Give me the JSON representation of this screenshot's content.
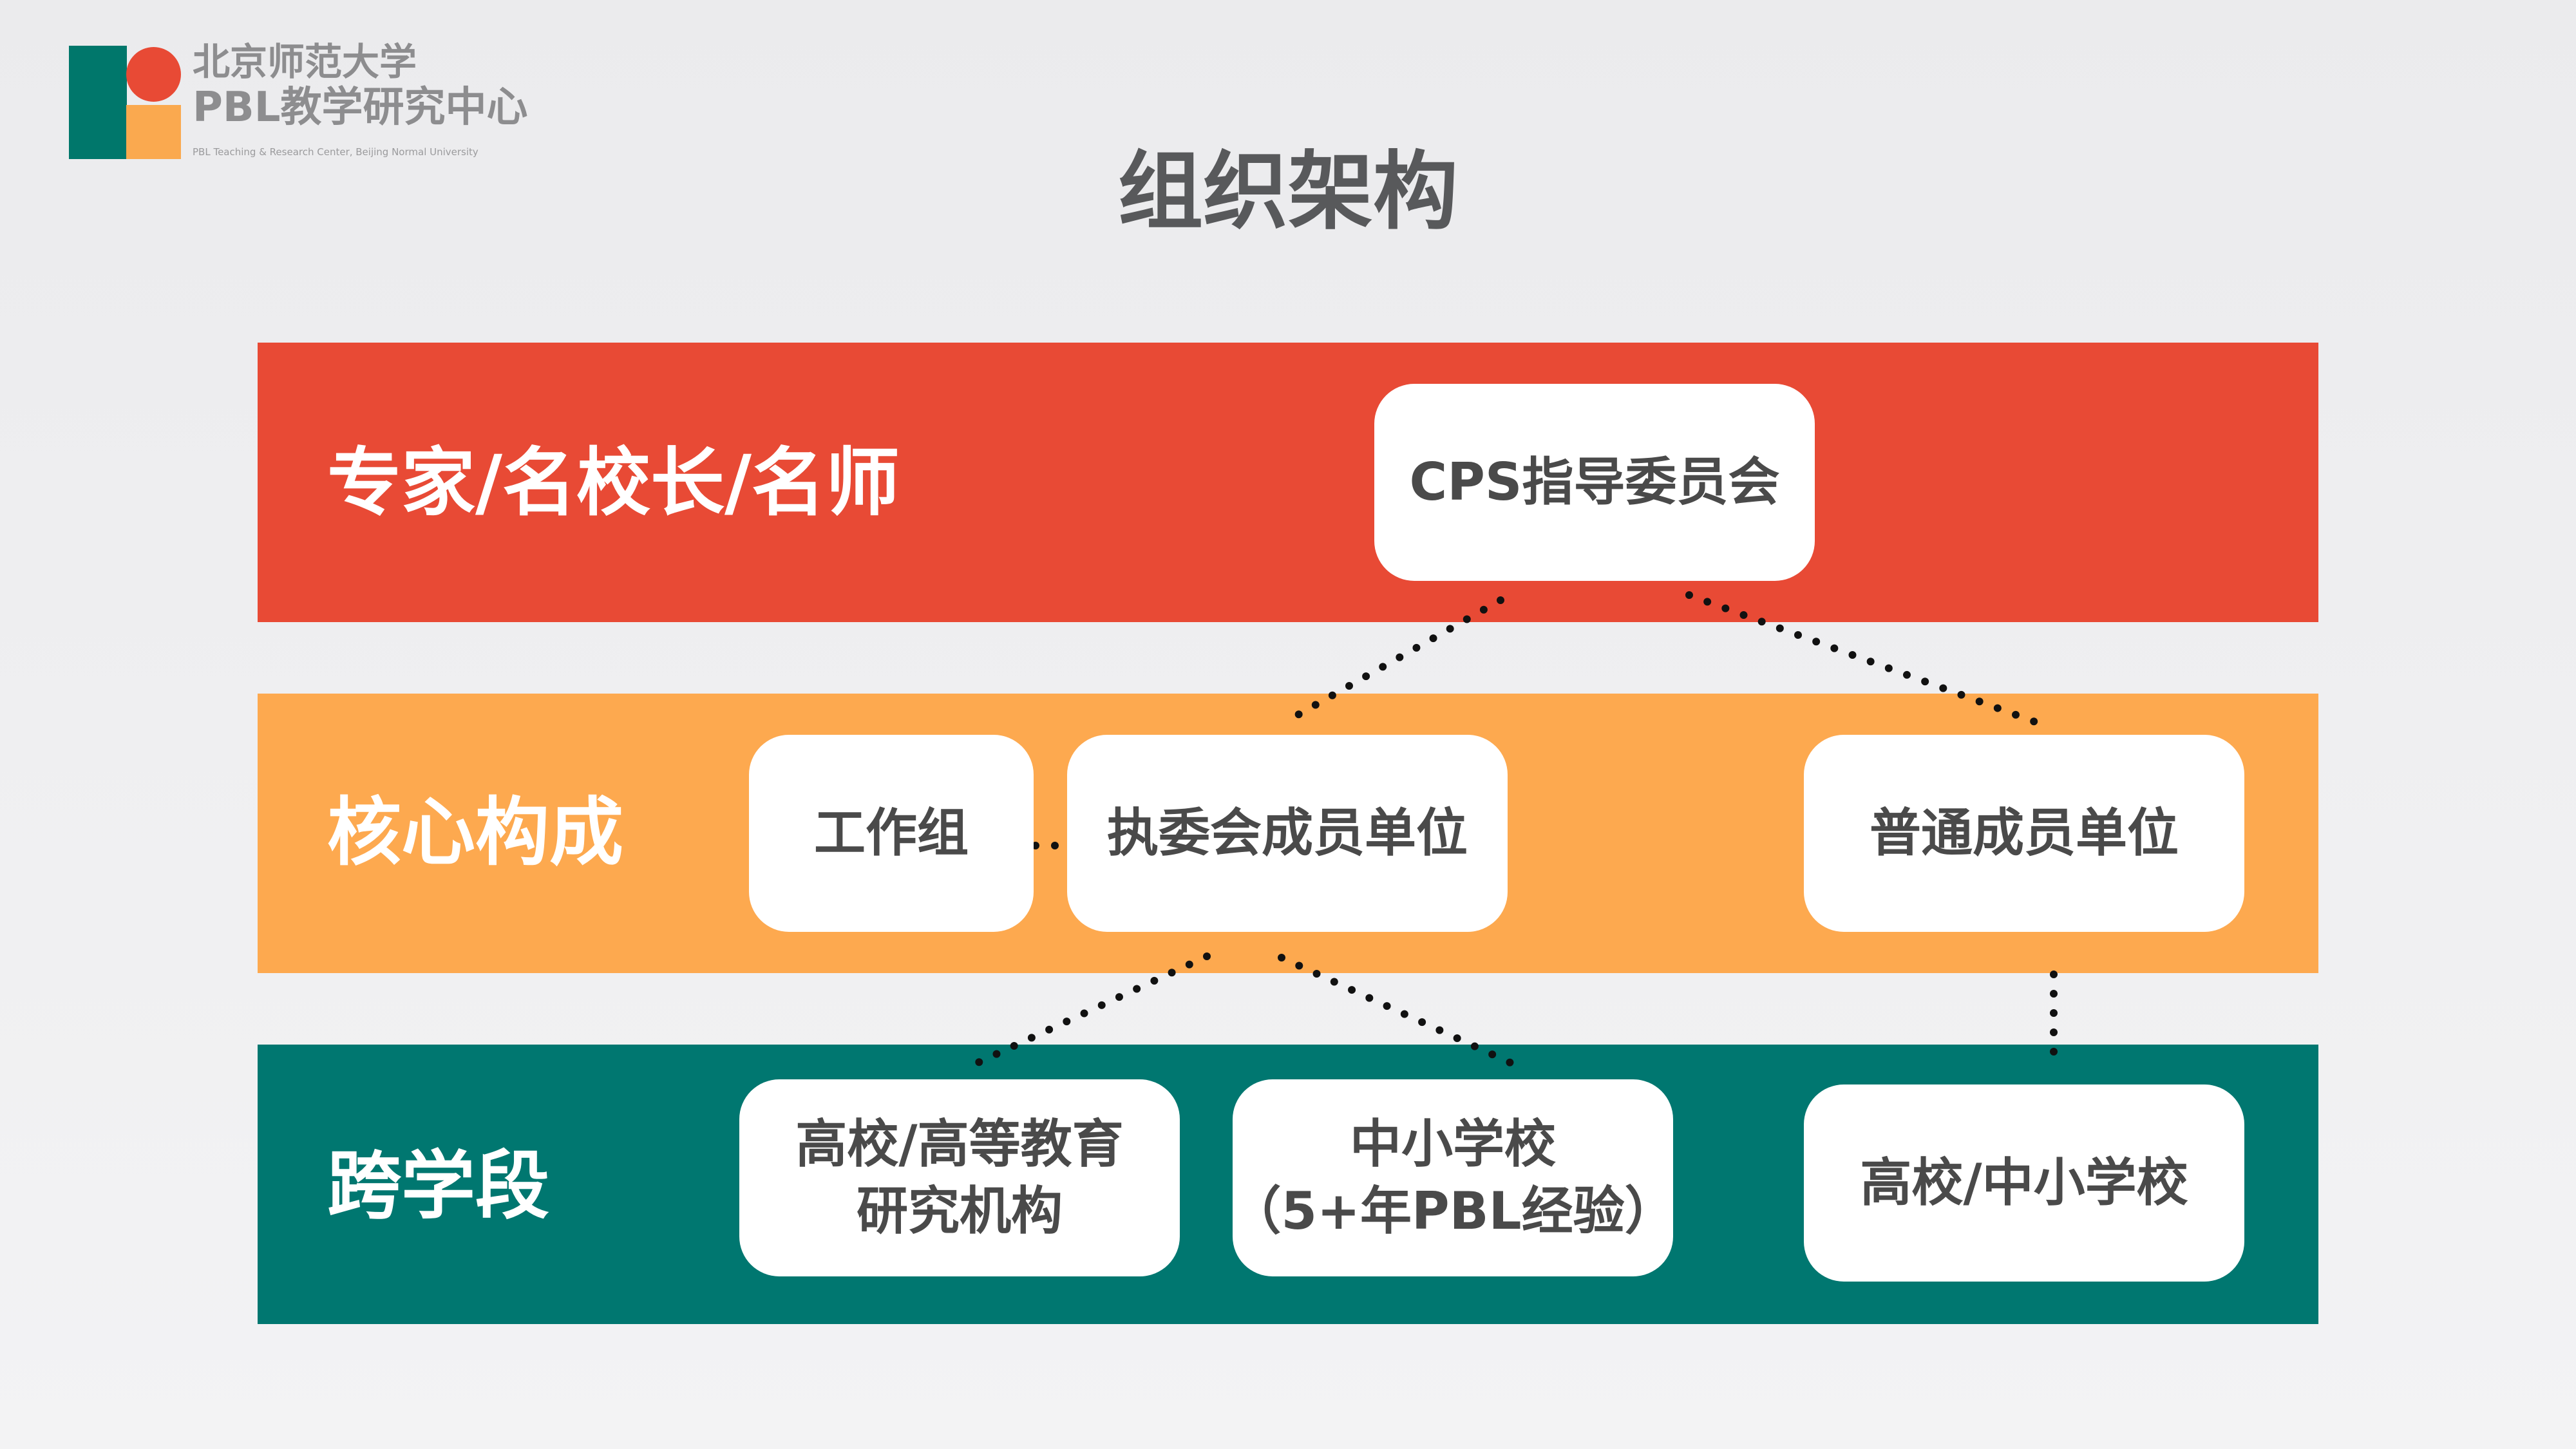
{
  "logo": {
    "name_line1": "北京师范大学",
    "name_line2": "PBL教学研究中心",
    "name_en": "PBL Teaching & Research Center, Beijing Normal University",
    "colors": {
      "green": "#00776b",
      "red": "#e84a35",
      "orange": "#faa94f"
    }
  },
  "title": "组织架构",
  "bands": {
    "expert": {
      "label": "专家/名校长/名师",
      "color": "#e84a35"
    },
    "core": {
      "label": "核心构成",
      "color": "#fda94f"
    },
    "cross": {
      "label": "跨学段",
      "color": "#007770"
    }
  },
  "nodes": {
    "cps": "CPS指导委员会",
    "working_group": "工作组",
    "executive_members": "执委会成员单位",
    "general_members": "普通成员单位",
    "university_research": {
      "line1": "高校/高等教育",
      "line2": "研究机构"
    },
    "k12_schools": {
      "line1": "中小学校",
      "line2": "（5+年PBL经验）"
    },
    "university_k12": "高校/中小学校"
  },
  "connector_style": "dotted"
}
